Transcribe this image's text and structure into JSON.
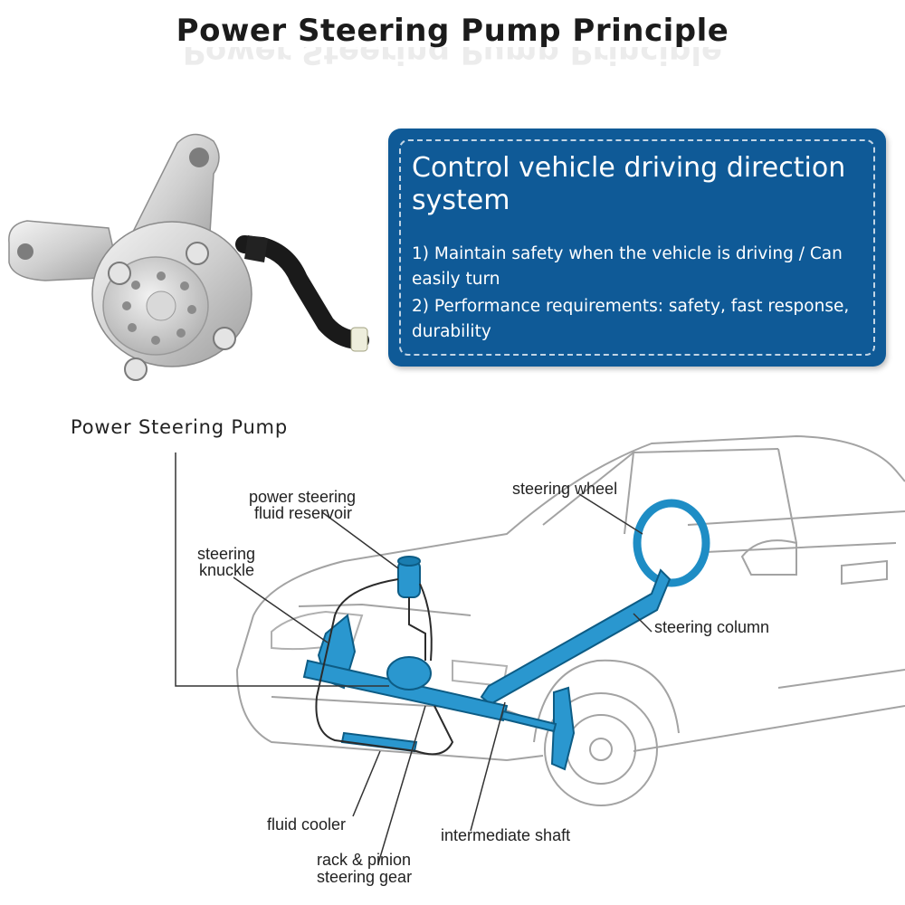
{
  "title": "Power Steering Pump Principle",
  "info": {
    "heading": "Control vehicle driving direction system",
    "points": [
      "1) Maintain safety when the vehicle is driving / Can easily turn",
      "2) Performance requirements: safety, fast response, durability"
    ]
  },
  "diagram": {
    "main_label": "Power Steering Pump",
    "labels": {
      "reservoir_1": "power steering",
      "reservoir_2": "fluid reservoir",
      "knuckle_1": "steering",
      "knuckle_2": "knuckle",
      "wheel": "steering wheel",
      "column": "steering column",
      "cooler": "fluid cooler",
      "shaft": "intermediate shaft",
      "rack_1": "rack & pinion",
      "rack_2": "steering gear"
    }
  },
  "colors": {
    "panel": "#0f5a97",
    "steering_parts": "#1f8fc6",
    "car_outline": "#9a9a9a",
    "pump_metal": "#c8c8c8"
  }
}
